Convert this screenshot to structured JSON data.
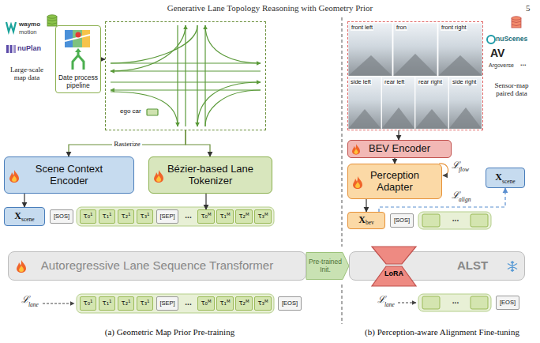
{
  "diagram": {
    "nodes": [
      {
        "text": [
          "Date process pipeline"
        ]
      },
      {
        "text": [
          "ego car"
        ]
      },
      {
        "text": [
          "Scene Context Encoder"
        ]
      },
      {
        "text": [
          "Bézier-based Lane Tokenizer"
        ]
      },
      {
        "text": [
          "X",
          "scene"
        ]
      },
      {
        "text": [
          "[SOS]"
        ]
      },
      {
        "text": [
          "τ₀¹"
        ]
      },
      {
        "text": [
          "τ₁¹"
        ]
      },
      {
        "text": [
          "τ₂¹"
        ]
      },
      {
        "text": [
          "τ₃¹"
        ]
      },
      {
        "text": [
          "[SEP]"
        ]
      },
      {
        "text": [
          "τ₀ᴹ"
        ]
      },
      {
        "text": [
          "τ₁ᴹ"
        ]
      },
      {
        "text": [
          "τ₂ᴹ"
        ]
      },
      {
        "text": [
          "τ₃ᴹ"
        ]
      },
      {
        "text": [
          "Autoregressive Lane Sequence Transformer"
        ]
      },
      {
        "text": [
          "τ₀¹"
        ]
      },
      {
        "text": [
          "τ₁¹"
        ]
      },
      {
        "text": [
          "τ₂¹"
        ]
      },
      {
        "text": [
          "τ₃¹"
        ]
      },
      {
        "text": [
          "[SEP]"
        ]
      },
      {
        "text": [
          "τ₀ᴹ"
        ]
      },
      {
        "text": [
          "τ₁ᴹ"
        ]
      },
      {
        "text": [
          "τ₂ᴹ"
        ]
      },
      {
        "text": [
          "τ₃ᴹ"
        ]
      },
      {
        "text": [
          "[EOS]"
        ]
      },
      {
        "text": [
          "front left",
          "fron",
          "front right",
          "side left",
          "rear left",
          "rear right",
          "side right"
        ]
      },
      {
        "text": [
          "BEV Encoder"
        ]
      },
      {
        "text": [
          "Perception Adapter"
        ]
      },
      {
        "text": [
          "X",
          "scene"
        ]
      },
      {
        "text": [
          "X",
          "bev"
        ]
      },
      {
        "text": [
          "[SOS]"
        ]
      },
      {
        "text": [
          "ALST"
        ]
      },
      {
        "text": [
          "LoRA"
        ],
        "in": 32
      },
      {
        "text": [
          "[EOS]"
        ]
      }
    ],
    "edges": [
      {
        "from": 0,
        "to": 1,
        "arrow": "to"
      },
      {
        "from": 1,
        "to": 2,
        "label": "Rasterize",
        "arrow": "to"
      },
      {
        "from": 1,
        "to": 3,
        "arrow": "to"
      },
      {
        "from": 2,
        "to": 4,
        "arrow": "to"
      },
      {
        "from": 3,
        "to": 11,
        "arrow": "to"
      },
      {
        "from": 15,
        "to": 32,
        "label": "Pre-trained Init.",
        "arrow": "to"
      },
      {
        "from": 26,
        "to": 27,
        "arrow": "to"
      },
      {
        "from": 27,
        "to": 28,
        "arrow": "to"
      },
      {
        "from": 28,
        "to": 30,
        "arrow": "to"
      },
      {
        "from": 30,
        "to": 29,
        "arrow": "to"
      }
    ],
    "labels": [
      "Generative Lane Topology Reasoning with Geometry Prior",
      "5",
      "waymo",
      "motion",
      "nuPlan",
      "Large-scale map data",
      "...",
      "ℒ",
      "lane",
      "...",
      "nuScenes",
      "AV",
      "Argoverse",
      "...",
      "Sensor-map paired data",
      "ℒ",
      "flow",
      "ℒ",
      "align",
      "...",
      "ℒ",
      "lane",
      "...",
      "(a) Geometric Map Prior Pre-training",
      "(b) Perception-aware Alignment Fine-tuning"
    ]
  }
}
